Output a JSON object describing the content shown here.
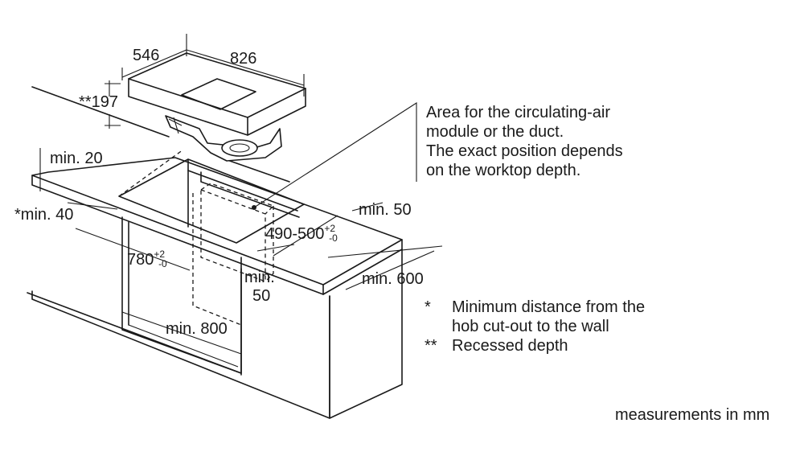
{
  "dimensions": {
    "hob_depth": "546",
    "hob_width": "826",
    "recessed_depth": "**197",
    "worktop_min_top": "min. 20",
    "wall_min": "*min. 40",
    "rear_min": "min. 50",
    "cutout_depth_range": "490-500",
    "cutout_depth_tol_plus": "+2",
    "cutout_depth_tol_minus": "-0",
    "cutout_width": "780",
    "cutout_width_tol_plus": "+2",
    "cutout_width_tol_minus": "-0",
    "side_min_line1": "min.",
    "side_min_line2": "50",
    "cabinet_width_min": "min. 800",
    "worktop_depth_min": "min. 600"
  },
  "notes": {
    "area_lines": [
      "Area for the circulating-air",
      "module or the duct.",
      "The exact position depends",
      "on the worktop depth."
    ]
  },
  "legend": [
    {
      "mark": "*",
      "text_lines": [
        "Minimum distance from the",
        "hob cut-out to the wall"
      ]
    },
    {
      "mark": "**",
      "text_lines": [
        "Recessed depth"
      ]
    }
  ],
  "footer": {
    "units": "measurements in mm"
  }
}
